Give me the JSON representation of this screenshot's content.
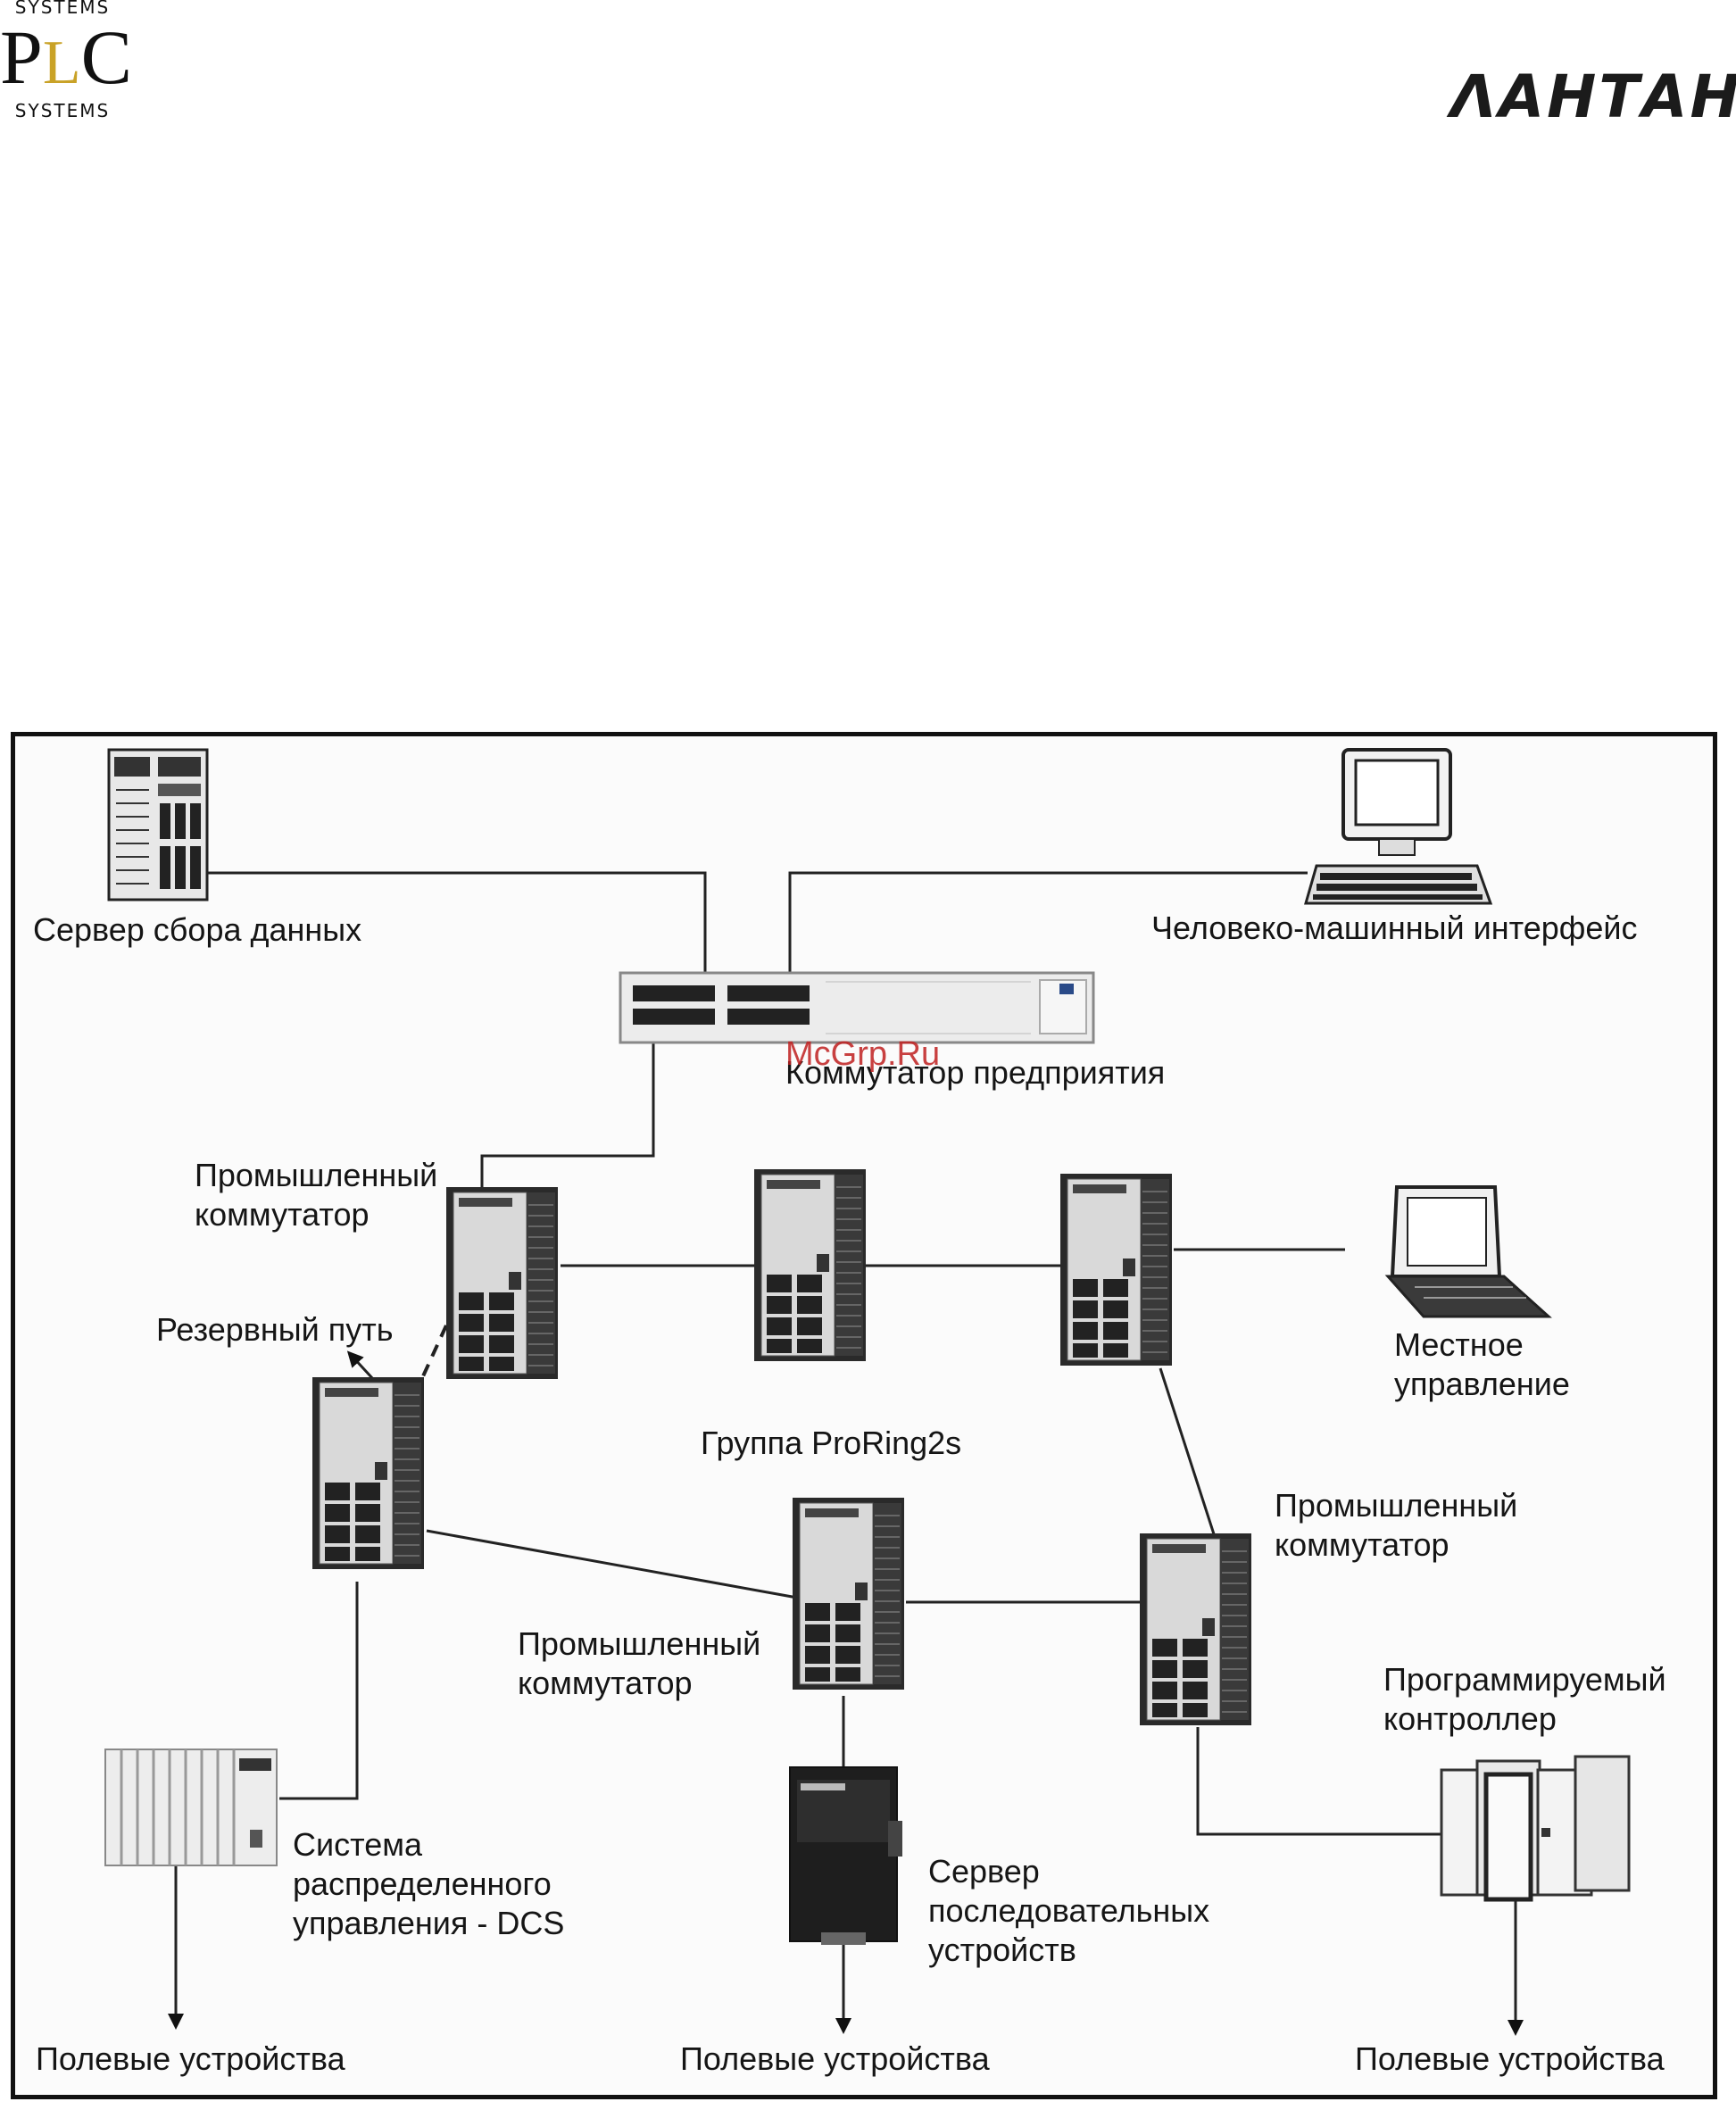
{
  "logos": {
    "plc_top": "SYSTEMS",
    "plc_mark_p": "P",
    "plc_mark_l": "L",
    "plc_mark_c": "C",
    "plc_bottom": "SYSTEMS",
    "brand": "ΛΑΗΤΑΗ"
  },
  "watermark": "McGrp.Ru",
  "nodes": {
    "data_server": "Сервер сбора данных",
    "hmi": "Человеко-машинный интерфейс",
    "enterprise_switch": "Коммутатор предприятия",
    "industrial_switch_1": [
      "Промышленный",
      "коммутатор"
    ],
    "backup_path": "Резервный путь",
    "proring_group": "Группа ProRing2s",
    "local_control": [
      "Местное",
      "управление"
    ],
    "industrial_switch_2": [
      "Промышленный",
      "коммутатор"
    ],
    "industrial_switch_3": [
      "Промышленный",
      "коммутатор"
    ],
    "plc": [
      "Программируемый",
      "контроллер"
    ],
    "dcs": [
      "Система",
      "распределенного",
      "управления - DCS"
    ],
    "serial_server": [
      "Сервер",
      "последовательных",
      "устройств"
    ],
    "field_devices_1": "Полевые устройства",
    "field_devices_2": "Полевые устройства",
    "field_devices_3": "Полевые устройства"
  },
  "icons": [
    "server-tower-icon",
    "workstation-icon",
    "rack-switch-icon",
    "industrial-switch-icon",
    "laptop-icon",
    "dcs-rack-icon",
    "serial-server-icon",
    "plc-cabinet-icon",
    "arrow-down-icon"
  ]
}
